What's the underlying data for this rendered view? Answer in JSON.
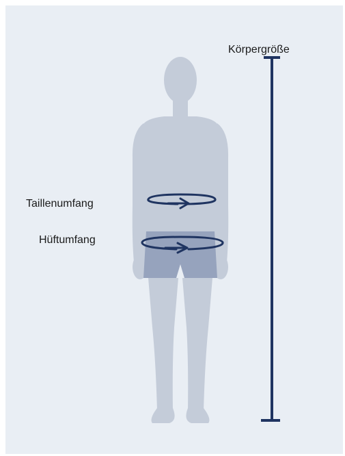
{
  "labels": {
    "body_height": "Körpergröße",
    "waist": "Taillenumfang",
    "hip": "Hüftumfang"
  },
  "icons": {
    "figure": "human-silhouette-icon",
    "waist_measure": "circumference-arrow-icon",
    "hip_measure": "circumference-arrow-icon",
    "height_ruler": "height-ruler-icon"
  },
  "colors": {
    "background": "#e9eef4",
    "silhouette": "#c4ccd9",
    "shorts": "#96a3bd",
    "measure_line": "#1f3461"
  }
}
